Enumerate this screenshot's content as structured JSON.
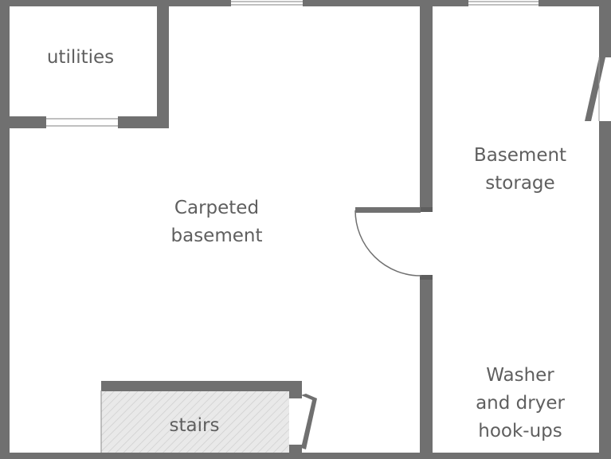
{
  "colors": {
    "wall": "#707070",
    "wall_dark": "#6a6a6a",
    "door_line": "#707070",
    "label": "#5f5f5f",
    "stairs_fill": "#e9e9e9",
    "stairs_hatch": "#cfcfcf",
    "background": "#ffffff"
  },
  "rooms": {
    "utilities": {
      "lines": [
        "utilities"
      ]
    },
    "carpeted_basement": {
      "lines": [
        "Carpeted",
        "basement"
      ]
    },
    "basement_storage": {
      "lines": [
        "Basement",
        "storage"
      ]
    },
    "washer_dryer": {
      "lines": [
        "Washer",
        "and dryer",
        "hook-ups"
      ]
    },
    "stairs": {
      "lines": [
        "stairs"
      ]
    }
  }
}
